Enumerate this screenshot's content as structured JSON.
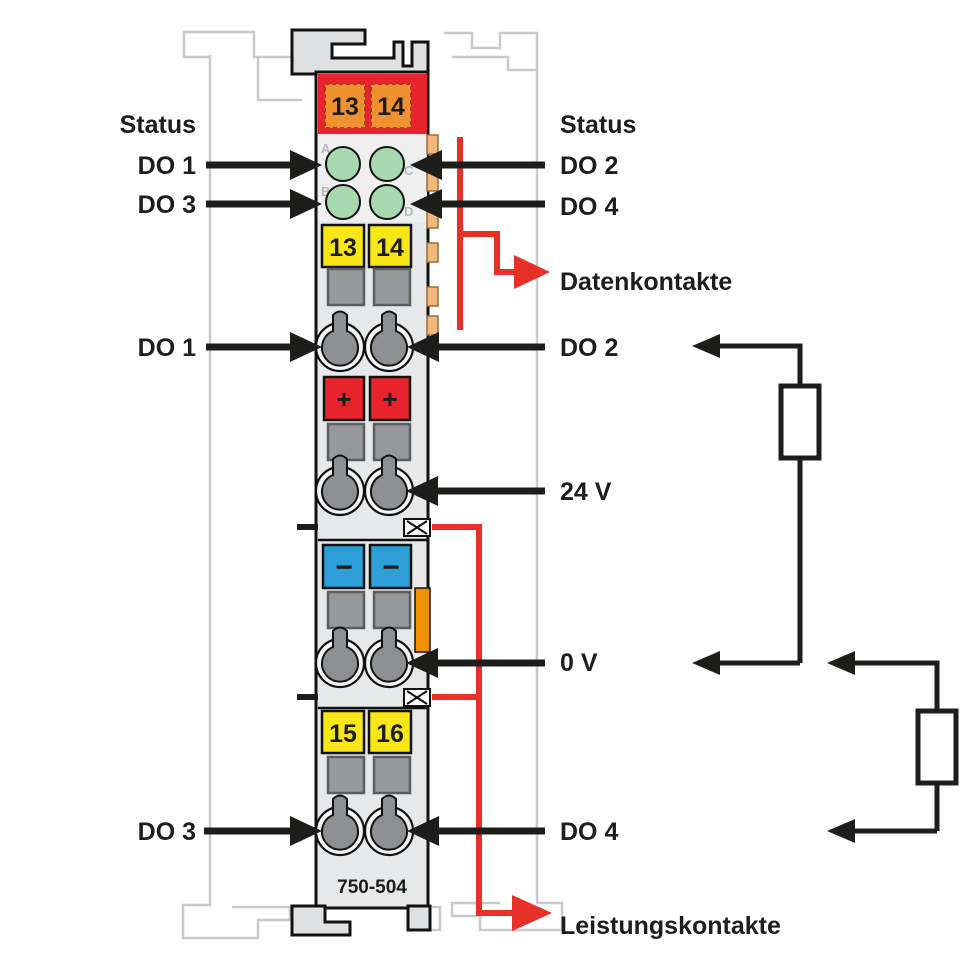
{
  "module": {
    "part_number": "750-504",
    "knife_contacts": [
      "13",
      "14"
    ],
    "led_letters": [
      "A",
      "B",
      "C",
      "D"
    ],
    "output_terminals_upper": [
      "13",
      "14"
    ],
    "plus_terminals": [
      "+",
      "+"
    ],
    "minus_terminals": [
      "−",
      "−"
    ],
    "output_terminals_lower": [
      "15",
      "16"
    ]
  },
  "labels_left": {
    "status": "Status",
    "do1_status": "DO 1",
    "do3_status": "DO 3",
    "do1_terminal": "DO 1",
    "do3_terminal": "DO 3"
  },
  "labels_right": {
    "status": "Status",
    "do2_status": "DO 2",
    "do4_status": "DO 4",
    "data_contacts": "Datenkontakte",
    "do2_terminal": "DO 2",
    "supply_24v": "24 V",
    "supply_0v": "0 V",
    "do4_terminal": "DO 4",
    "power_contacts": "Leistungskontakte"
  },
  "colors": {
    "header_red": "#e8232b",
    "knife_contact_orange": "#f0912f",
    "terminal_yellow": "#f9e616",
    "plus_red": "#e8232b",
    "minus_blue": "#2d9fd8",
    "led_green": "#a8d8ad",
    "body_gray": "#e7e8e9",
    "clamp_gray": "#8d8f92",
    "data_tab_orange": "#f0b87c",
    "power_bar_orange": "#f39200",
    "wire_red": "#e63028",
    "wire_black": "#1d1d1b",
    "background_outline": "#c9c9c9"
  }
}
